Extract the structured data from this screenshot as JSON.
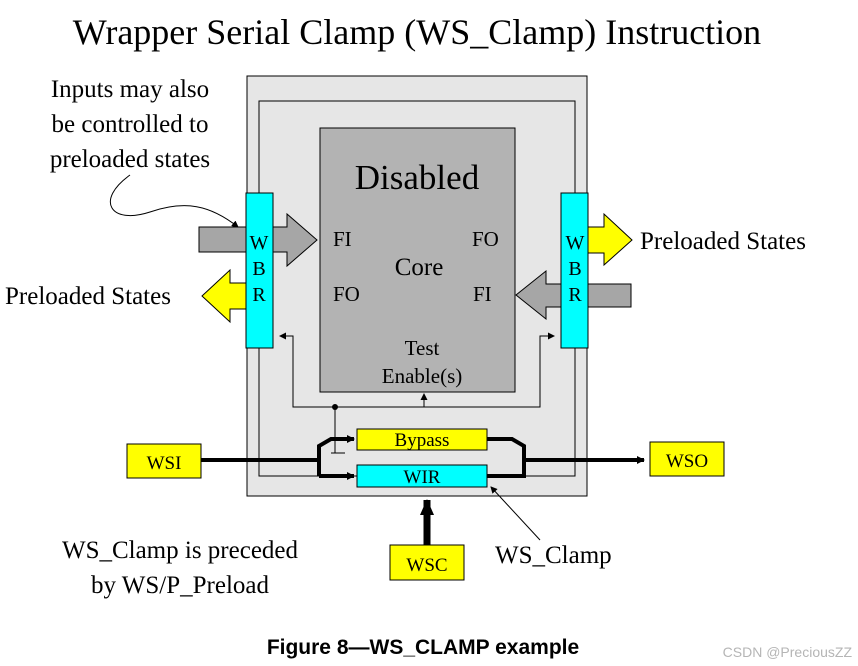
{
  "title": "Wrapper Serial Clamp (WS_Clamp) Instruction",
  "core": {
    "status": "Disabled",
    "label": "Core",
    "left_in": "FI",
    "left_out": "FO",
    "right_out": "FO",
    "right_in": "FI",
    "test_line1": "Test",
    "test_line2": "Enable(s)"
  },
  "wbr_left": [
    "W",
    "B",
    "R"
  ],
  "wbr_right": [
    "W",
    "B",
    "R"
  ],
  "registers": {
    "bypass": "Bypass",
    "wir": "WIR"
  },
  "ports": {
    "wsi": "WSI",
    "wso": "WSO",
    "wsc": "WSC"
  },
  "annotations": {
    "inputs_note": [
      "Inputs may also",
      "be controlled to",
      "preloaded states"
    ],
    "preloaded_right": "Preloaded States",
    "preloaded_left": "Preloaded States",
    "preceded_note": [
      "WS_Clamp is preceded",
      "by WS/P_Preload"
    ],
    "ws_clamp_label": "WS_Clamp"
  },
  "caption": "Figure 8—WS_CLAMP example",
  "watermark": "CSDN @PreciousZZ",
  "colors": {
    "wbr_fill": "#00ffff",
    "bypass_fill": "#ffff00",
    "wir_fill": "#00ffff",
    "port_fill": "#ffff00",
    "core_fill": "#b3b3b3",
    "wrapper_fill": "#e6e6e6",
    "gray_arrow": "#a6a6a6",
    "yellow_arrow": "#ffff00"
  }
}
